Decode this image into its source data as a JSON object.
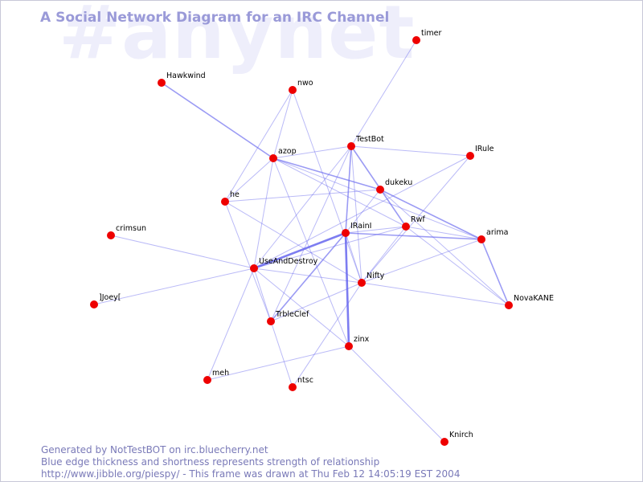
{
  "watermark": "#anynet",
  "title": "A Social Network Diagram for an IRC Channel",
  "footer": {
    "line1": "Generated by NotTestBOT on irc.bluecherry.net",
    "line2": "Blue edge thickness and shortness represents strength of relationship",
    "line3": "http://www.jibble.org/piespy/ - This frame was drawn at Thu Feb 12 14:05:19 EST 2004"
  },
  "colors": {
    "node": "#ee0000",
    "edge": "#6666ee",
    "label": "#000000"
  },
  "graph": {
    "nodes": [
      {
        "id": "timer",
        "label": "timer"
      },
      {
        "id": "hawkwind",
        "label": "Hawkwind"
      },
      {
        "id": "nwo",
        "label": "nwo"
      },
      {
        "id": "testbot",
        "label": "TestBot"
      },
      {
        "id": "irule",
        "label": "IRule"
      },
      {
        "id": "azop",
        "label": "azop"
      },
      {
        "id": "dukeku",
        "label": "dukeku"
      },
      {
        "id": "he",
        "label": "he"
      },
      {
        "id": "crimsun",
        "label": "crimsun"
      },
      {
        "id": "irainl",
        "label": "IRainI"
      },
      {
        "id": "rwf",
        "label": "Rwf"
      },
      {
        "id": "arima",
        "label": "arima"
      },
      {
        "id": "useanddestroy",
        "label": "UseAndDestroy"
      },
      {
        "id": "joey",
        "label": "]Joey["
      },
      {
        "id": "nifty",
        "label": "Nifty"
      },
      {
        "id": "novakane",
        "label": "NovaKANE"
      },
      {
        "id": "trbleclef",
        "label": "TrbleClef"
      },
      {
        "id": "zinx",
        "label": "zinx"
      },
      {
        "id": "meh",
        "label": "meh"
      },
      {
        "id": "ntsc",
        "label": "ntsc"
      },
      {
        "id": "knirch",
        "label": "Knirch"
      }
    ],
    "edges": [
      {
        "a": "timer",
        "b": "testbot",
        "w": 1
      },
      {
        "a": "hawkwind",
        "b": "azop",
        "w": 2
      },
      {
        "a": "nwo",
        "b": "azop",
        "w": 1
      },
      {
        "a": "nwo",
        "b": "nifty",
        "w": 1
      },
      {
        "a": "nwo",
        "b": "he",
        "w": 1
      },
      {
        "a": "testbot",
        "b": "irule",
        "w": 1
      },
      {
        "a": "testbot",
        "b": "azop",
        "w": 1
      },
      {
        "a": "testbot",
        "b": "irainl",
        "w": 2
      },
      {
        "a": "testbot",
        "b": "rwf",
        "w": 2
      },
      {
        "a": "testbot",
        "b": "useanddestroy",
        "w": 1
      },
      {
        "a": "testbot",
        "b": "trbleclef",
        "w": 1
      },
      {
        "a": "testbot",
        "b": "nifty",
        "w": 1
      },
      {
        "a": "azop",
        "b": "dukeku",
        "w": 2
      },
      {
        "a": "azop",
        "b": "arima",
        "w": 1
      },
      {
        "a": "azop",
        "b": "he",
        "w": 1
      },
      {
        "a": "azop",
        "b": "useanddestroy",
        "w": 1
      },
      {
        "a": "azop",
        "b": "rwf",
        "w": 1
      },
      {
        "a": "azop",
        "b": "zinx",
        "w": 1
      },
      {
        "a": "irule",
        "b": "useanddestroy",
        "w": 1
      },
      {
        "a": "irule",
        "b": "nifty",
        "w": 1
      },
      {
        "a": "dukeku",
        "b": "he",
        "w": 1
      },
      {
        "a": "dukeku",
        "b": "irainl",
        "w": 1
      },
      {
        "a": "dukeku",
        "b": "arima",
        "w": 2
      },
      {
        "a": "dukeku",
        "b": "novakane",
        "w": 1
      },
      {
        "a": "he",
        "b": "nifty",
        "w": 1
      },
      {
        "a": "he",
        "b": "trbleclef",
        "w": 1
      },
      {
        "a": "crimsun",
        "b": "useanddestroy",
        "w": 1
      },
      {
        "a": "irainl",
        "b": "useanddestroy",
        "w": 3
      },
      {
        "a": "irainl",
        "b": "trbleclef",
        "w": 2
      },
      {
        "a": "irainl",
        "b": "zinx",
        "w": 3
      },
      {
        "a": "irainl",
        "b": "arima",
        "w": 2
      },
      {
        "a": "irainl",
        "b": "rwf",
        "w": 1
      },
      {
        "a": "irainl",
        "b": "nifty",
        "w": 1
      },
      {
        "a": "rwf",
        "b": "arima",
        "w": 1
      },
      {
        "a": "rwf",
        "b": "useanddestroy",
        "w": 1
      },
      {
        "a": "rwf",
        "b": "nifty",
        "w": 1
      },
      {
        "a": "rwf",
        "b": "novakane",
        "w": 1
      },
      {
        "a": "arima",
        "b": "novakane",
        "w": 2
      },
      {
        "a": "arima",
        "b": "nifty",
        "w": 1
      },
      {
        "a": "useanddestroy",
        "b": "joey",
        "w": 1
      },
      {
        "a": "useanddestroy",
        "b": "nifty",
        "w": 1
      },
      {
        "a": "useanddestroy",
        "b": "trbleclef",
        "w": 1
      },
      {
        "a": "useanddestroy",
        "b": "zinx",
        "w": 1
      },
      {
        "a": "useanddestroy",
        "b": "meh",
        "w": 1
      },
      {
        "a": "nifty",
        "b": "novakane",
        "w": 1
      },
      {
        "a": "nifty",
        "b": "trbleclef",
        "w": 1
      },
      {
        "a": "nifty",
        "b": "ntsc",
        "w": 1
      },
      {
        "a": "trbleclef",
        "b": "ntsc",
        "w": 1
      },
      {
        "a": "zinx",
        "b": "meh",
        "w": 1
      },
      {
        "a": "zinx",
        "b": "knirch",
        "w": 1
      }
    ]
  }
}
